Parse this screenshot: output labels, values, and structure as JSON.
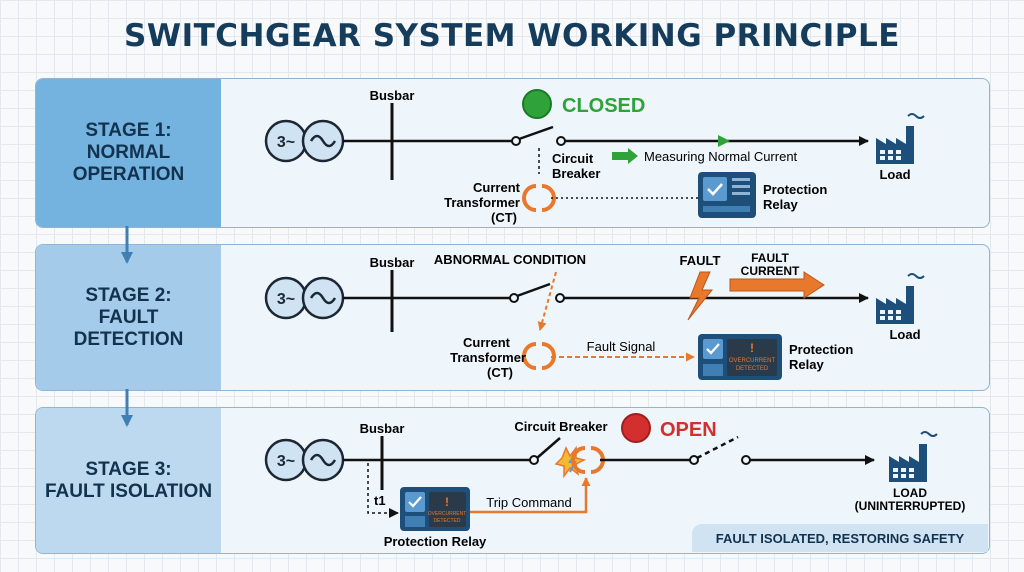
{
  "title": "SWITCHGEAR SYSTEM WORKING PRINCIPLE",
  "colors": {
    "accent": "#163c5c",
    "closed": "#2fa33a",
    "open": "#d32f2f",
    "fault": "#e8782c",
    "panel_border": "#8fb4d6"
  },
  "stages": [
    {
      "label": "STAGE 1:\nNORMAL\nOPERATION",
      "generator_symbol": "3~",
      "busbar": "Busbar",
      "state": "CLOSED",
      "breaker_label_1": "Circuit",
      "breaker_label_2": "Breaker",
      "measuring": "Measuring Normal Current",
      "ct_1": "Current",
      "ct_2": "Transformer",
      "ct_3": "(CT)",
      "relay_1": "Protection",
      "relay_2": "Relay",
      "load": "Load"
    },
    {
      "label": "STAGE 2:\nFAULT\nDETECTION",
      "generator_symbol": "3~",
      "busbar": "Busbar",
      "condition": "ABNORMAL CONDITION",
      "fault": "FAULT",
      "fault_current_1": "FAULT",
      "fault_current_2": "CURRENT",
      "ct_1": "Current",
      "ct_2": "Transformer",
      "ct_3": "(CT)",
      "signal": "Fault Signal",
      "relay_screen_1": "OVERCURRENT",
      "relay_screen_2": "DETECTED",
      "relay_1": "Protection",
      "relay_2": "Relay",
      "load": "Load"
    },
    {
      "label": "STAGE 3:\nFAULT ISOLATION",
      "generator_symbol": "3~",
      "busbar": "Busbar",
      "breaker": "Circuit Breaker",
      "state": "OPEN",
      "time": "t1",
      "trip": "Trip Command",
      "relay_screen_1": "OVERCURRENT",
      "relay_screen_2": "DETECTED",
      "relay": "Protection Relay",
      "load_1": "LOAD",
      "load_2": "(UNINTERRUPTED)",
      "status": "FAULT ISOLATED, RESTORING SAFETY"
    }
  ]
}
